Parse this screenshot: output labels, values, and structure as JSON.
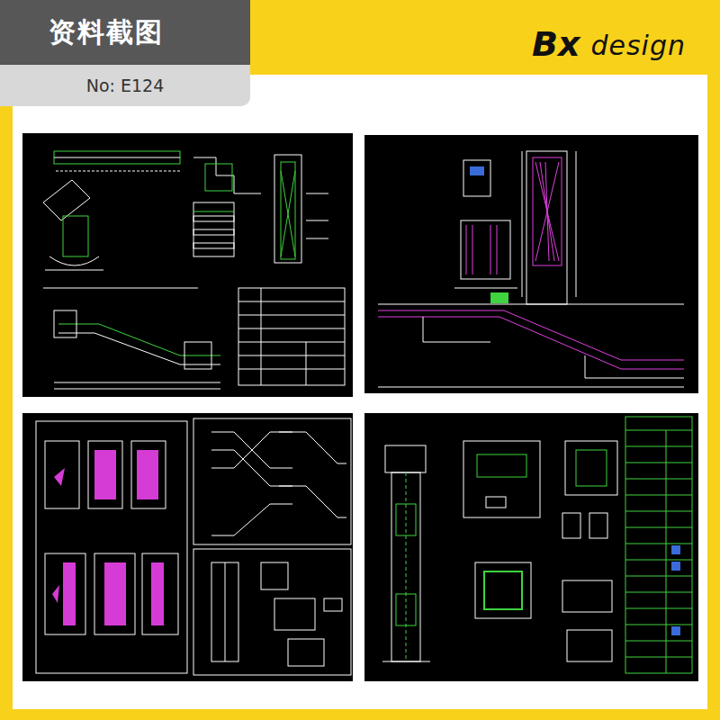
{
  "diagram": {
    "nodes": [
      {
        "text": [
          "资料截图",
          "No: E124"
        ]
      }
    ],
    "labels": [
      "Bx",
      "design"
    ]
  }
}
